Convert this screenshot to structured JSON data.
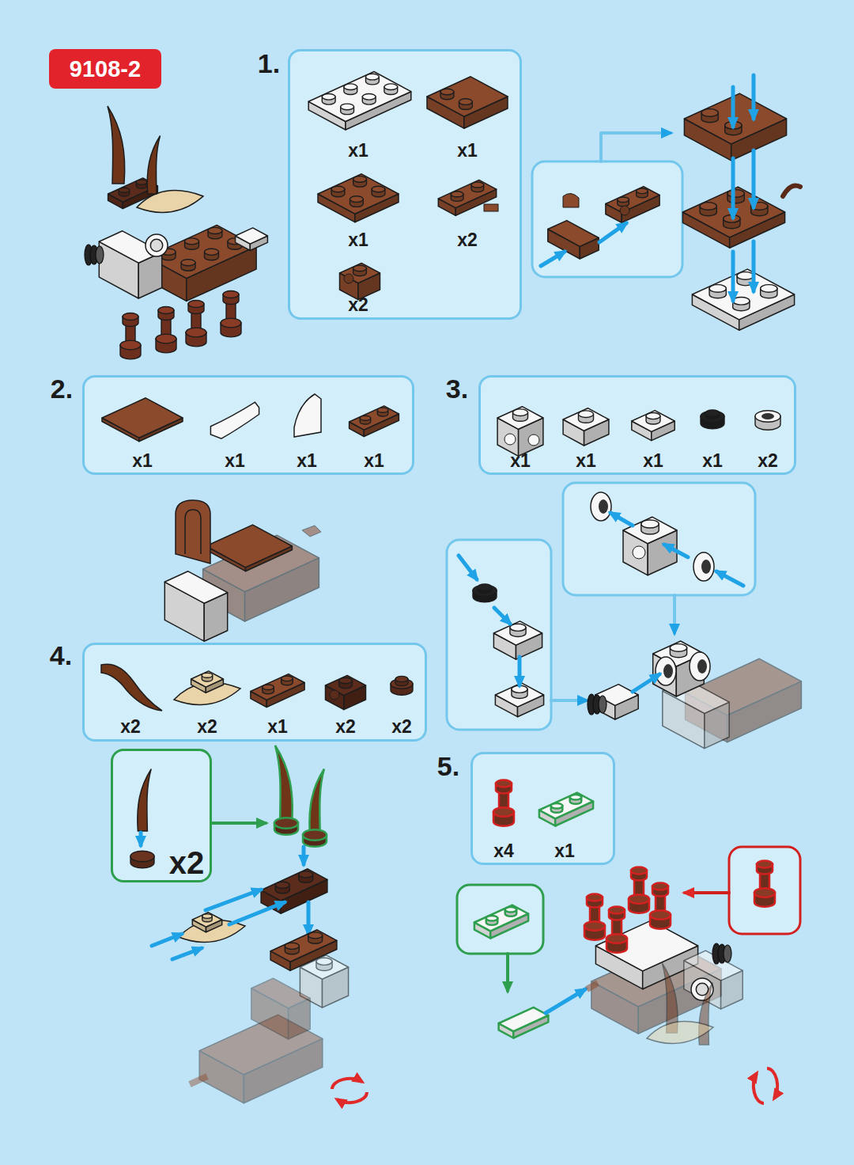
{
  "diagram": {
    "title": "9108-2",
    "nodes": [
      {
        "text": [
          "1.",
          "x1",
          "x1",
          "x1",
          "x2",
          "x2"
        ]
      },
      {
        "text": [
          "2.",
          "x1",
          "x1",
          "x1",
          "x1"
        ]
      },
      {
        "text": [
          "3.",
          "x1",
          "x1",
          "x1",
          "x1",
          "x2"
        ]
      },
      {
        "text": [
          "4.",
          "x2",
          "x2",
          "x1",
          "x2",
          "x2"
        ]
      },
      {
        "text": [
          "x2"
        ]
      },
      {
        "text": [
          "5.",
          "x4",
          "x1"
        ]
      }
    ]
  }
}
